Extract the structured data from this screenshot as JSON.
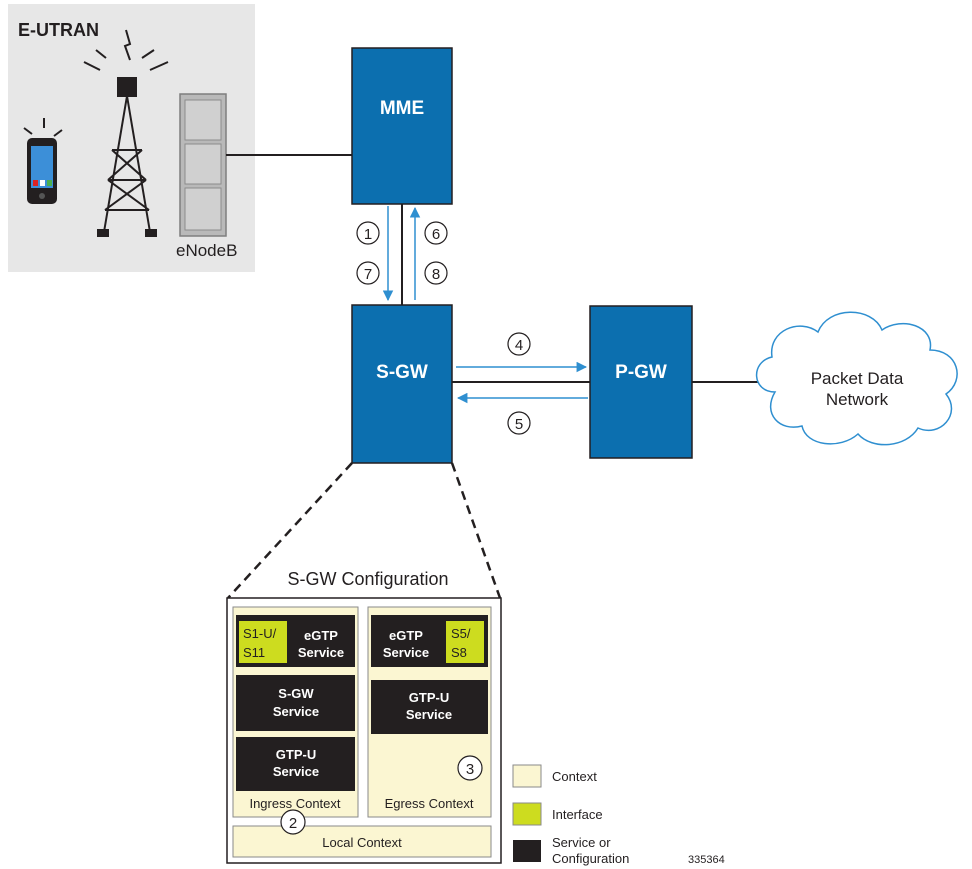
{
  "labels": {
    "e_utran": "E-UTRAN",
    "enodeb": "eNodeB",
    "mme": "MME",
    "sgw": "S-GW",
    "pgw": "P-GW",
    "pdn_line1": "Packet Data",
    "pdn_line2": "Network",
    "config_title": "S-GW Configuration",
    "ingress_context": "Ingress Context",
    "egress_context": "Egress Context",
    "local_context": "Local Context",
    "figure_id": "335364"
  },
  "ingress": {
    "interface_line1": "S1-U/",
    "interface_line2": "S11",
    "egtp_line1": "eGTP",
    "egtp_line2": "Service",
    "sgw_line1": "S-GW",
    "sgw_line2": "Service",
    "gtpu_line1": "GTP-U",
    "gtpu_line2": "Service"
  },
  "egress": {
    "egtp_line1": "eGTP",
    "egtp_line2": "Service",
    "interface_line1": "S5/",
    "interface_line2": "S8",
    "gtpu_line1": "GTP-U",
    "gtpu_line2": "Service"
  },
  "steps": {
    "s1": "1",
    "s2": "2",
    "s3": "3",
    "s4": "4",
    "s5": "5",
    "s6": "6",
    "s7": "7",
    "s8": "8"
  },
  "legend": {
    "context": "Context",
    "interface": "Interface",
    "service_line1": "Service or",
    "service_line2": "Configuration"
  },
  "colors": {
    "node_blue": "#0c6faf",
    "arrow_blue": "#2f8fd0",
    "context_fill": "#fbf6d2",
    "interface_fill": "#cddc1f",
    "service_fill": "#231f20",
    "eutran_bg": "#e7e7e7"
  }
}
